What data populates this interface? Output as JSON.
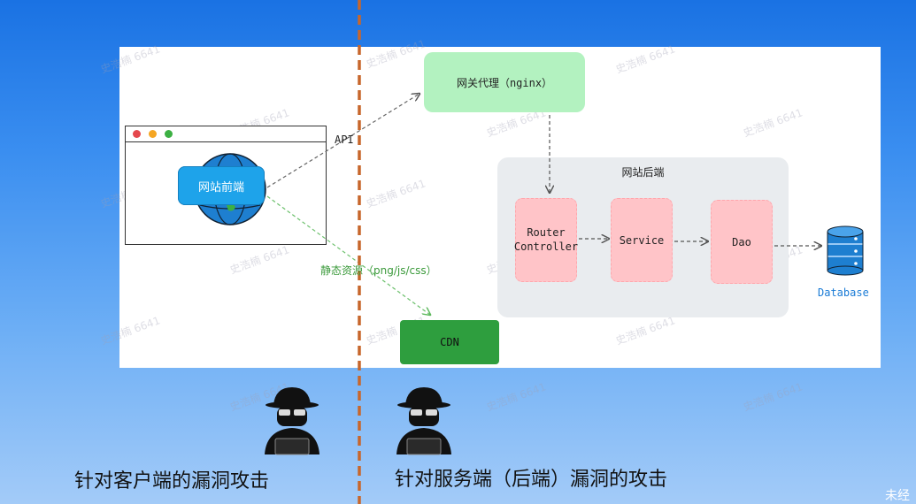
{
  "frontend": {
    "label": "网站前端"
  },
  "gateway": {
    "label": "网关代理（nginx）"
  },
  "backend": {
    "title": "网站后端",
    "router": {
      "line1": "Router",
      "line2": "Controller"
    },
    "service": "Service",
    "dao": "Dao"
  },
  "database": {
    "label": "Database"
  },
  "cdn": {
    "label": "CDN"
  },
  "edges": {
    "api": "API",
    "static": "静态资源（png/js/css）"
  },
  "captions": {
    "client": "针对客户端的漏洞攻击",
    "server": "针对服务端（后端）漏洞的攻击"
  },
  "corner_text": "未经",
  "watermark": "史浩楠 6641",
  "colors": {
    "divider": "#c7662b",
    "gateway": "#b3f2c0",
    "cdn": "#2e9e3e",
    "frontend": "#1ea3ea",
    "pink": "#ffc4c8",
    "database": "#1a7bd6"
  }
}
